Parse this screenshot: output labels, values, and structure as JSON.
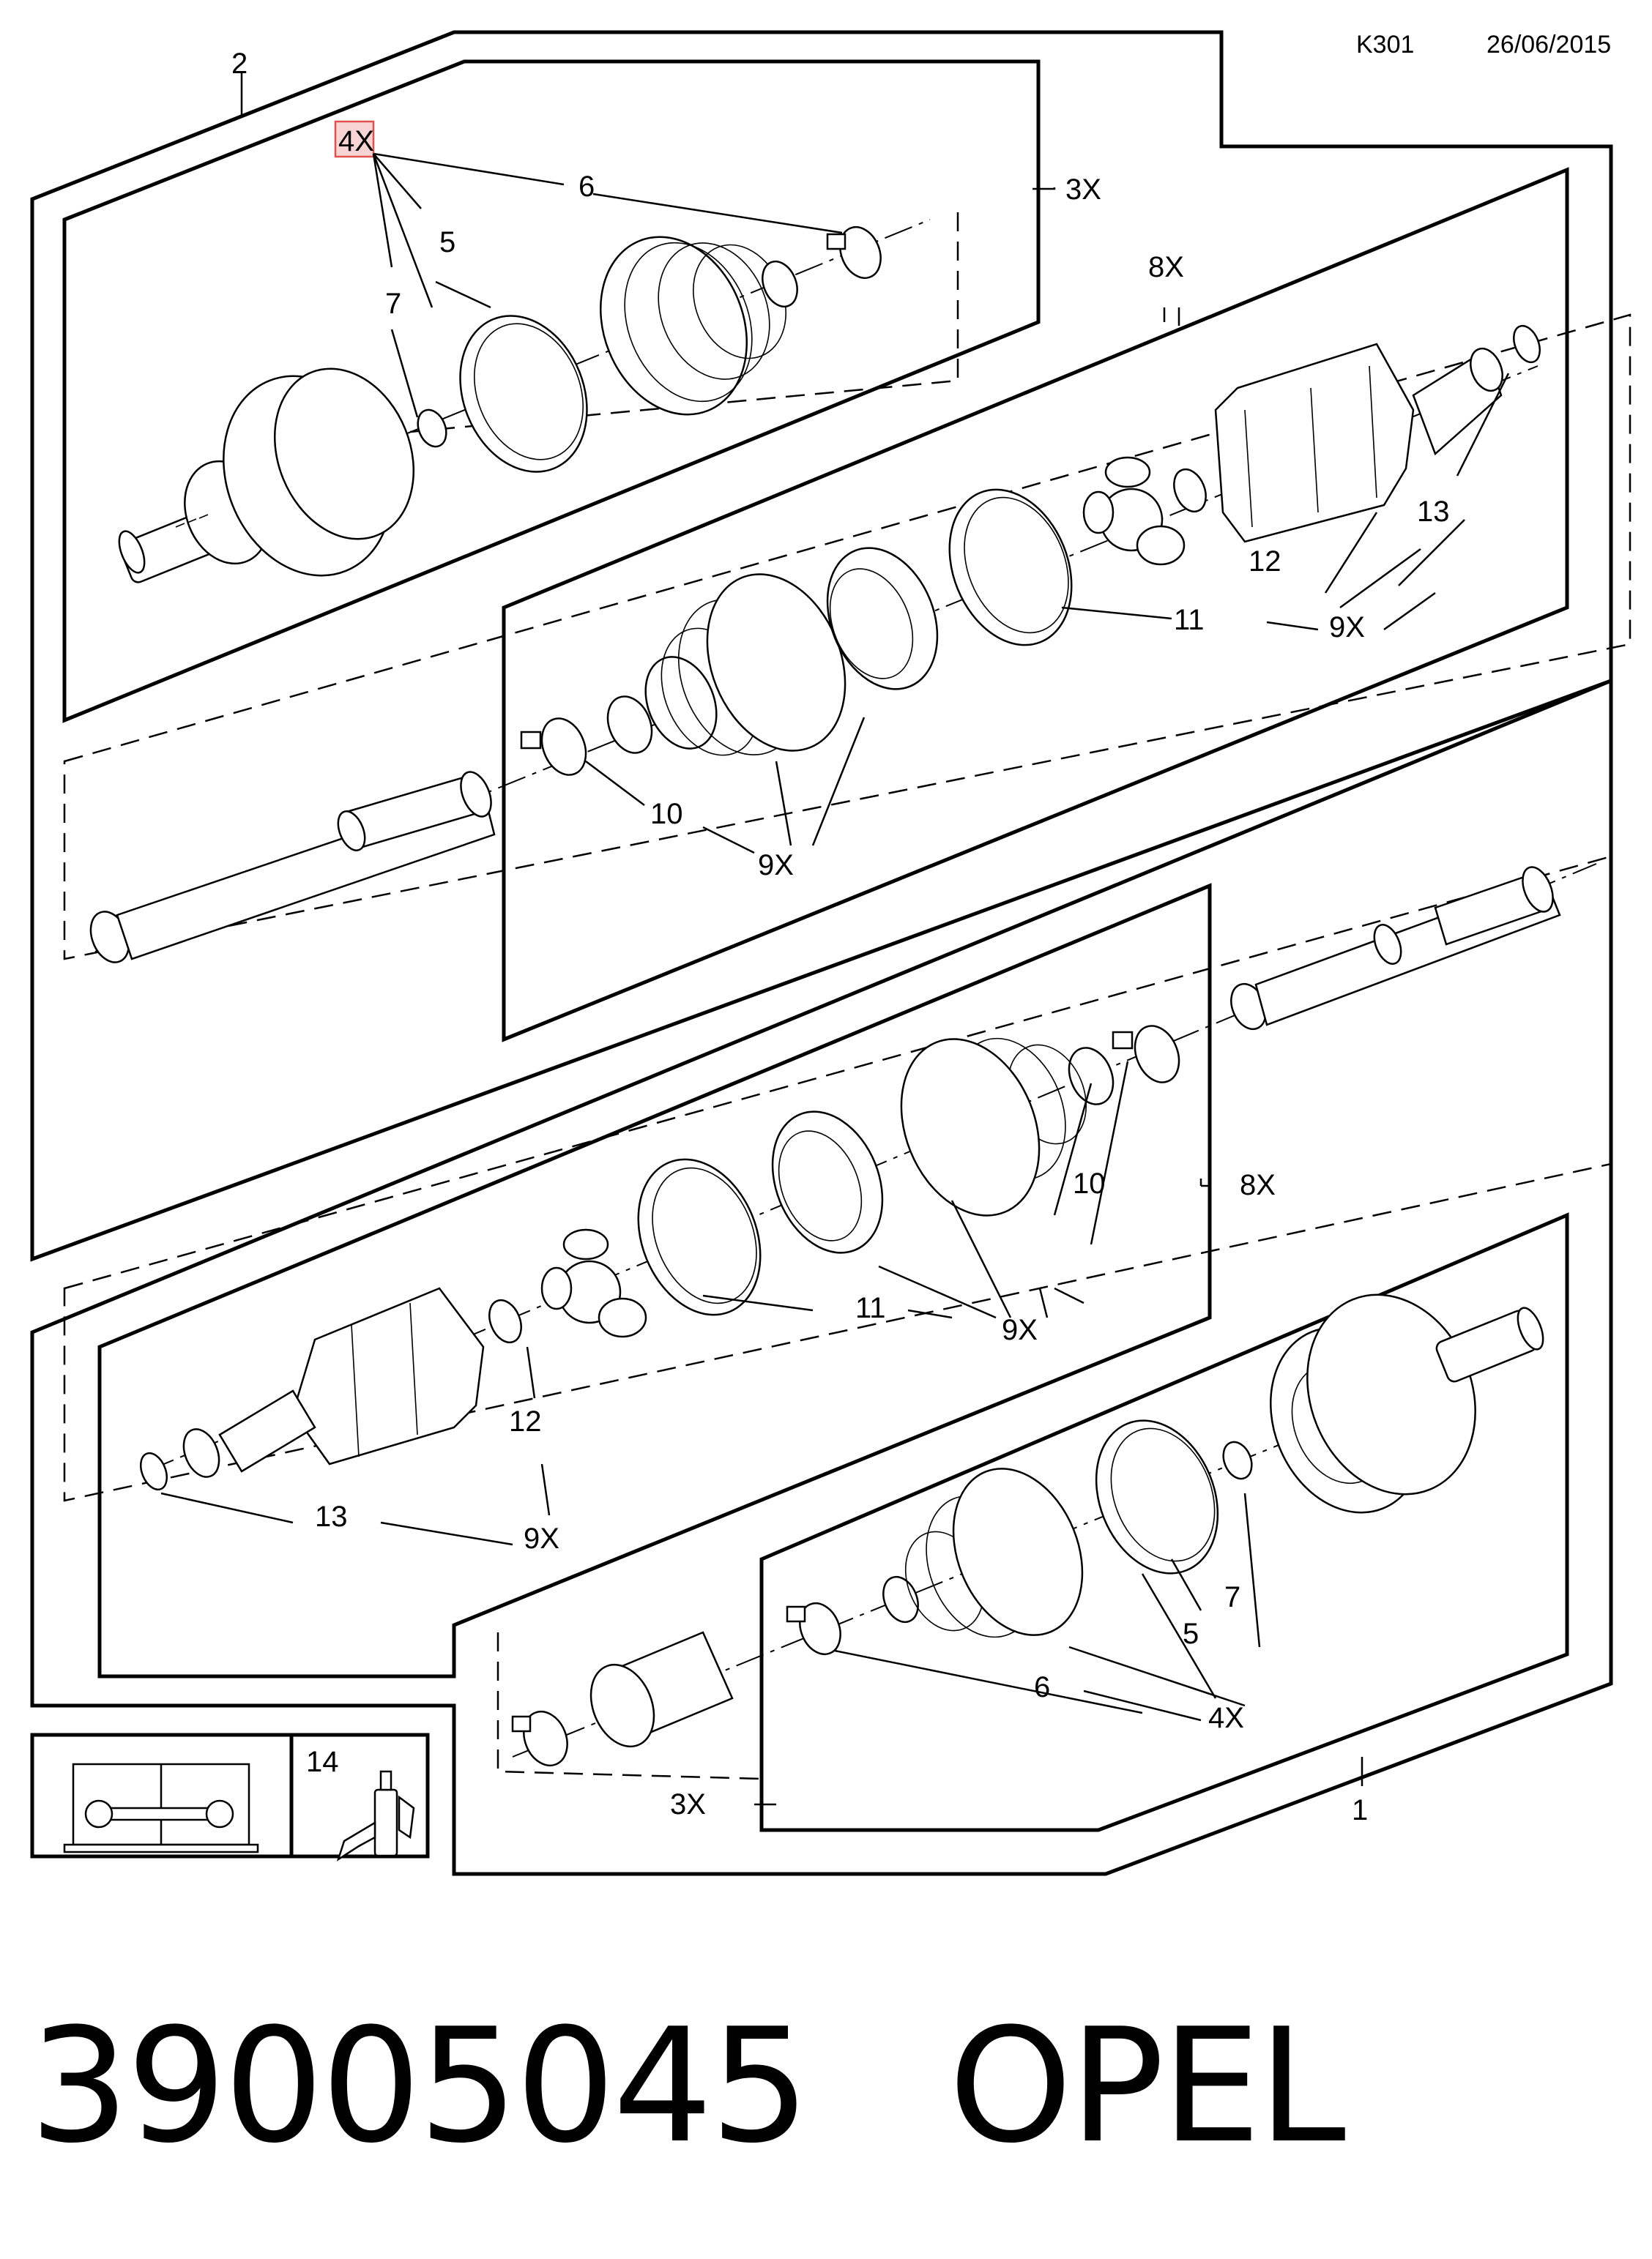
{
  "header": {
    "code": "K301",
    "date": "26/06/2015"
  },
  "labels": {
    "kit_upper": "2",
    "kit_lower": "1",
    "qty_3x": "3X",
    "qty_4x": "4X",
    "qty_8x": "8X",
    "qty_9x": "9X",
    "n5": "5",
    "n6": "6",
    "n7": "7",
    "n10": "10",
    "n11": "11",
    "n12": "12",
    "n13": "13",
    "n14": "14"
  },
  "footer": {
    "part_number": "39005045",
    "brand": "OPEL"
  },
  "colors": {
    "line": "#000000",
    "highlight": "#e05050",
    "highlight_fill": "#f9d4d4"
  },
  "icons": [
    "service-manual-icon",
    "grease-tube-icon"
  ]
}
